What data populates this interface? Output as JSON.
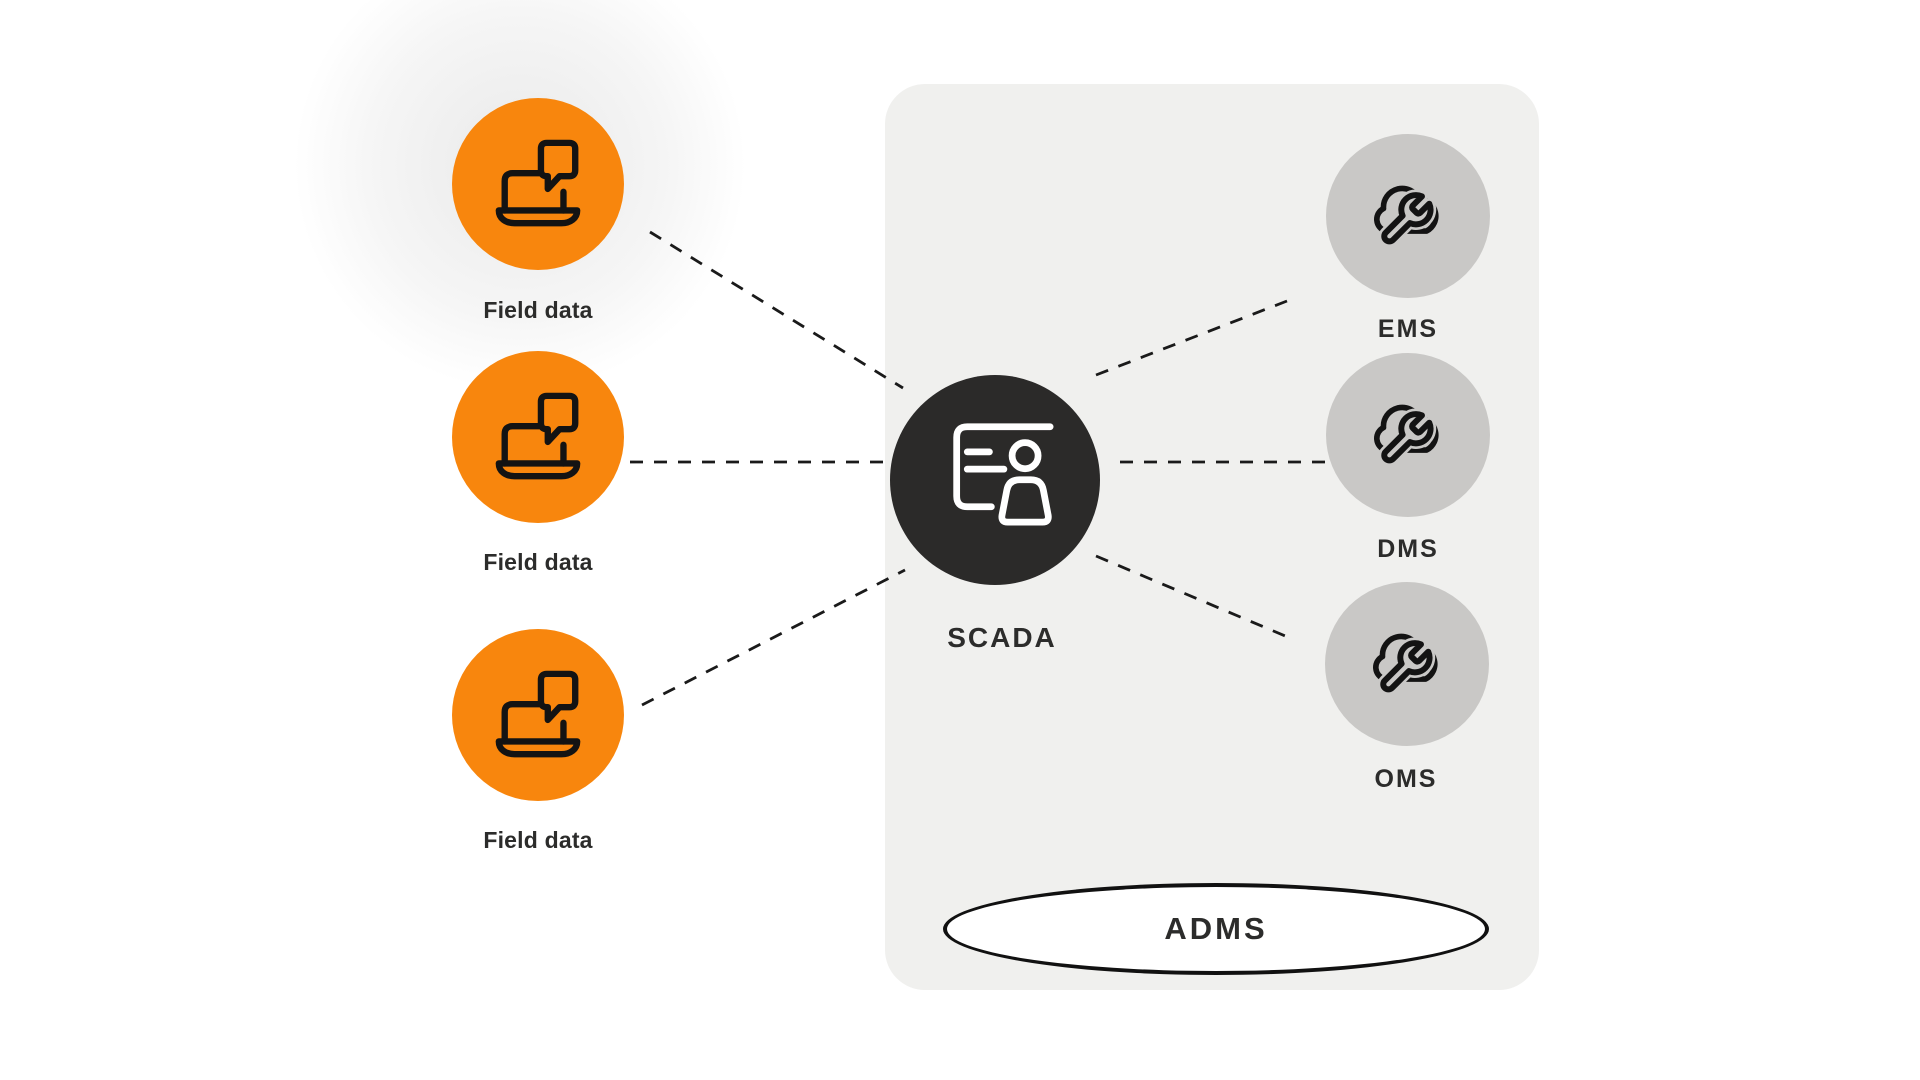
{
  "colors": {
    "orange": "#F8860D",
    "dark_circle": "#2B2A29",
    "panel_bg": "#F0F0EE",
    "system_circle": "#C9C8C6",
    "connector": "#1A1A1A",
    "label_text": "#2C2C2B",
    "icon_black": "#131313",
    "white": "#FFFFFF"
  },
  "field_nodes": [
    {
      "label": "Field data",
      "icon": "laptop-chat-icon"
    },
    {
      "label": "Field data",
      "icon": "laptop-chat-icon"
    },
    {
      "label": "Field data",
      "icon": "laptop-chat-icon"
    }
  ],
  "scada": {
    "label": "SCADA",
    "icon": "presentation-user-icon"
  },
  "systems": [
    {
      "label": "EMS",
      "icon": "cloud-wrench-icon"
    },
    {
      "label": "DMS",
      "icon": "cloud-wrench-icon"
    },
    {
      "label": "OMS",
      "icon": "cloud-wrench-icon"
    }
  ],
  "adms": {
    "label": "ADMS"
  },
  "connections": [
    {
      "from": "field-data-1",
      "to": "scada"
    },
    {
      "from": "field-data-2",
      "to": "scada"
    },
    {
      "from": "field-data-3",
      "to": "scada"
    },
    {
      "from": "scada",
      "to": "ems"
    },
    {
      "from": "scada",
      "to": "dms"
    },
    {
      "from": "scada",
      "to": "oms"
    }
  ]
}
